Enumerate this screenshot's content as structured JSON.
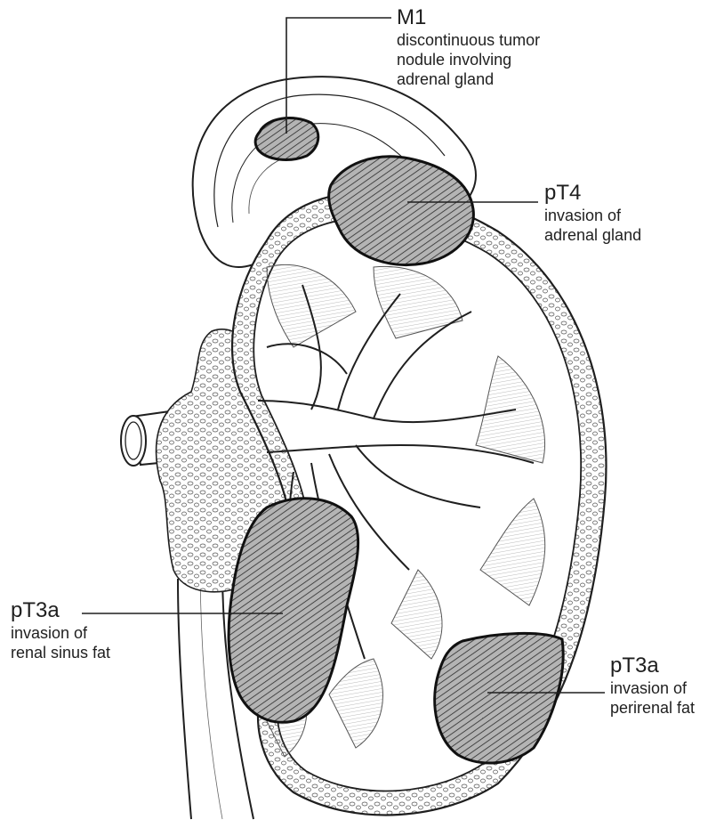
{
  "labels": {
    "m1": {
      "stage": "M1",
      "lines": [
        "discontinuous tumor",
        "nodule involving",
        "adrenal gland"
      ]
    },
    "pt4": {
      "stage": "pT4",
      "lines": [
        "invasion of",
        "adrenal gland"
      ]
    },
    "pt3a_sinus": {
      "stage": "pT3a",
      "lines": [
        "invasion of",
        "renal sinus fat"
      ]
    },
    "pt3a_perirenal": {
      "stage": "pT3a",
      "lines": [
        "invasion of",
        "perirenal fat"
      ]
    }
  },
  "colors": {
    "ink": "#1f1f1f",
    "tumor_fill": "#9a9a9a",
    "tissue": "#ffffff",
    "fat_fill": "#f4f4f4"
  }
}
